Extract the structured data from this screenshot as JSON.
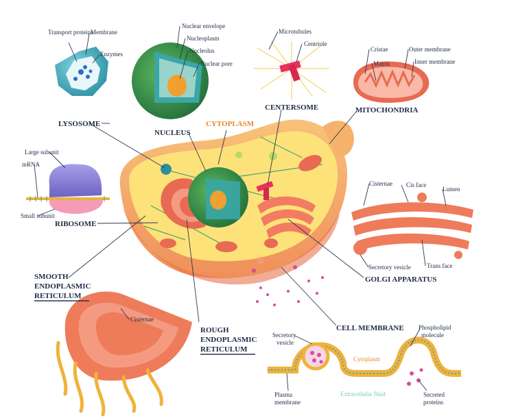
{
  "labels": {
    "transport_proteins": "Transport proteins",
    "membrane": "Membrane",
    "enzymes": "Enzymes",
    "lysosome": "LYSOSOME",
    "nuclear_envelope": "Nuclear envelope",
    "nucleoplasm": "Nucleoplasm",
    "nucleolus": "Nucleolus",
    "nuclear_pore": "Nuclear pore",
    "nucleus": "NUCLEUS",
    "cytoplasm_main": "CYTOPLASM",
    "microtubules": "Microtubules",
    "centriole": "Centriole",
    "centersome": "CENTERSOME",
    "cristae": "Cristae",
    "matrix": "Matrix",
    "outer_membrane": "Outer membrane",
    "inner_membrane": "Inner membrane",
    "mitochondria": "MITOCHONDRIA",
    "large_subunit": "Large subunit",
    "mrna": "mRNA",
    "small_subunit": "Small subunit",
    "ribosome": "RIBOSOME",
    "cisternae_golgi": "Cisternae",
    "cis_face": "Cis face",
    "lumen": "Lumen",
    "secretory_vesicle_golgi": "Secretory vesicle",
    "trans_face": "Trans face",
    "golgi_apparatus": "GOLGI APPARATUS",
    "smooth_er": [
      "SMOOTH",
      "ENDOPLASMIC",
      "RETICULUM"
    ],
    "cisternae_er": "Cisternae",
    "rough_er": [
      "ROUGH",
      "ENDOPLASMIC",
      "RETICULUM"
    ],
    "cell_membrane": "CELL MEMBRANE",
    "secretory_vesicle_mem": [
      "Secretory",
      "vesicle"
    ],
    "phospholipid": [
      "Phospholipid",
      "molecule"
    ],
    "cytoplasm_inset": "Cytoplasm",
    "plasma_membrane": [
      "Plasma",
      "membrane"
    ],
    "extracellular_fluid": "Extracellular fluid",
    "secreted_proteins": [
      "Secreted",
      "proteins"
    ]
  },
  "colors": {
    "label": "#1f2a44",
    "accent_orange": "#e8892a",
    "cell_fill": "#f5b26b",
    "cytoplasm": "#fde27a",
    "nucleus_green": "#2e8b57",
    "nucleus_teal": "#3aa6a6",
    "golgi": "#ee7b5a",
    "ribosome_purple": "#8f86d9",
    "ribosome_pink": "#f59bb8",
    "lysosome_teal": "#3fa9b8"
  }
}
